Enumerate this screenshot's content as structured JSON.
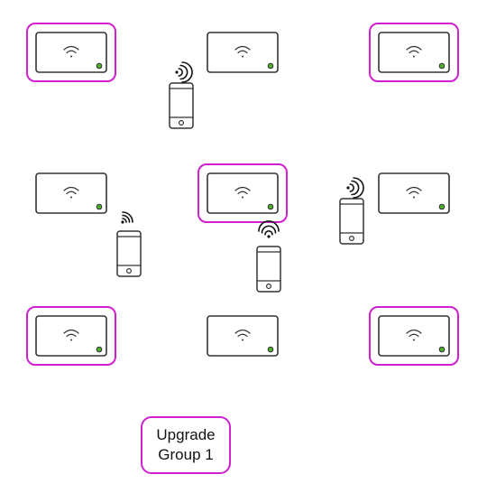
{
  "access_points": [
    {
      "id": "ap-1",
      "grouped": true
    },
    {
      "id": "ap-2",
      "grouped": false
    },
    {
      "id": "ap-3",
      "grouped": true
    },
    {
      "id": "ap-4",
      "grouped": false
    },
    {
      "id": "ap-5",
      "grouped": true
    },
    {
      "id": "ap-6",
      "grouped": false
    },
    {
      "id": "ap-7",
      "grouped": true
    },
    {
      "id": "ap-8",
      "grouped": false
    },
    {
      "id": "ap-9",
      "grouped": true
    }
  ],
  "phones": [
    {
      "id": "phone-1"
    },
    {
      "id": "phone-2"
    },
    {
      "id": "phone-3"
    },
    {
      "id": "phone-4"
    }
  ],
  "legend": {
    "line1": "Upgrade",
    "line2": "Group 1"
  },
  "colors": {
    "highlight": "#d020d0",
    "led": "#4caf28",
    "stroke": "#333333"
  },
  "icons": {
    "ap": "wifi-icon",
    "phone": "signal-waves-icon"
  }
}
